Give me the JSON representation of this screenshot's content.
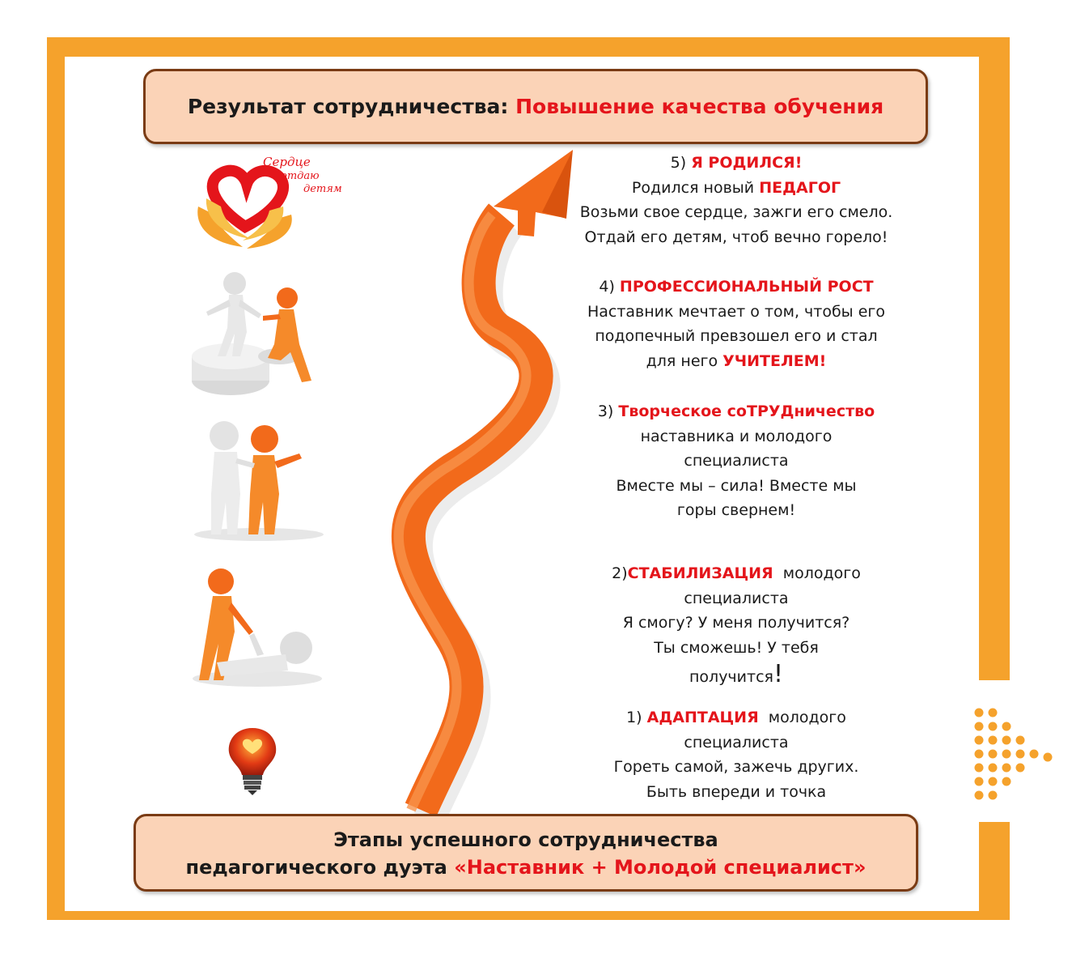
{
  "header": {
    "label": "Результат сотрудничества:",
    "highlight": "Повышение качества обучения"
  },
  "footer": {
    "line1": "Этапы успешного сотрудничества",
    "line2_prefix": "педагогического дуэта",
    "line2_highlight": "«Наставник + Молодой специалист»"
  },
  "logo": {
    "text": "Сердце отдаю детям"
  },
  "stages": {
    "s5": {
      "num": "5)",
      "title": "Я РОДИЛСЯ!",
      "line1_prefix": "Родился новый",
      "line1_highlight": "ПЕДАГОГ",
      "line2": "Возьми свое сердце, зажги его смело.",
      "line3": "Отдай его детям, чтоб вечно горело!"
    },
    "s4": {
      "num": "4)",
      "title": "ПРОФЕССИОНАЛЬНЫЙ РОСТ",
      "line1": "Наставник мечтает о том, чтобы его",
      "line2": "подопечный превзошел его и стал",
      "line3_prefix": "для него",
      "line3_highlight": "УЧИТЕЛЕМ!"
    },
    "s3": {
      "num": "3)",
      "title": "Творческое соТРУДничество",
      "line1": "наставника и молодого",
      "line2": "специалиста",
      "line3": "Вместе мы – сила! Вместе мы",
      "line4": "горы свернем!"
    },
    "s2": {
      "num": "2)",
      "title": "СТАБИЛИЗАЦИЯ",
      "title_suffix": "молодого",
      "line1": "специалиста",
      "line2": "Я смогу? У меня получится?",
      "line3": "Ты сможешь! У тебя",
      "line4": "получится",
      "line4_mark": "!"
    },
    "s1": {
      "num": "1)",
      "title": "АДАПТАЦИЯ",
      "title_suffix": "молодого",
      "line1": "специалиста",
      "line2": "Гореть самой, зажечь других.",
      "line3": "Быть впереди и точка"
    }
  },
  "colors": {
    "frame": "#f5a22c",
    "accent_red": "#e4151b",
    "box_fill": "#fbd3b7",
    "box_border": "#7a3b14",
    "arrow": "#f26a1b"
  }
}
